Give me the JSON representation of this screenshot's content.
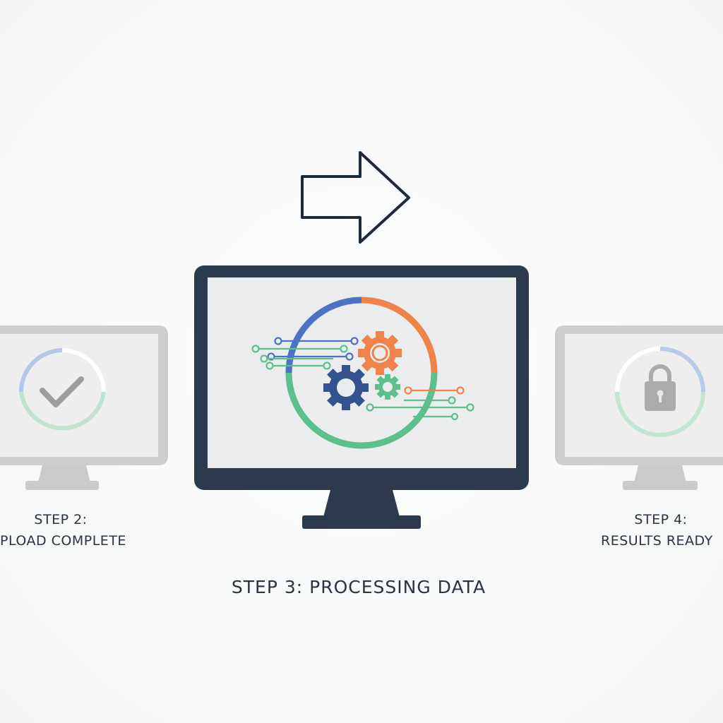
{
  "steps": {
    "prev": {
      "line1": "STEP 2:",
      "line2": "PLOAD COMPLETE",
      "icon": "checkmark-icon"
    },
    "current": {
      "label": "STEP 3: PROCESSING DATA",
      "icon": "gears-icon"
    },
    "next": {
      "line1": "STEP 4:",
      "line2": "RESULTS READY",
      "icon": "padlock-icon"
    }
  },
  "colors": {
    "monitor_dark": "#2d3a4d",
    "monitor_faded": "#c9cbcd",
    "screen": "#ebeced",
    "blue": "#4d72c4",
    "orange": "#f0834a",
    "green": "#5dbf8c",
    "gear_dark": "#34528e"
  }
}
